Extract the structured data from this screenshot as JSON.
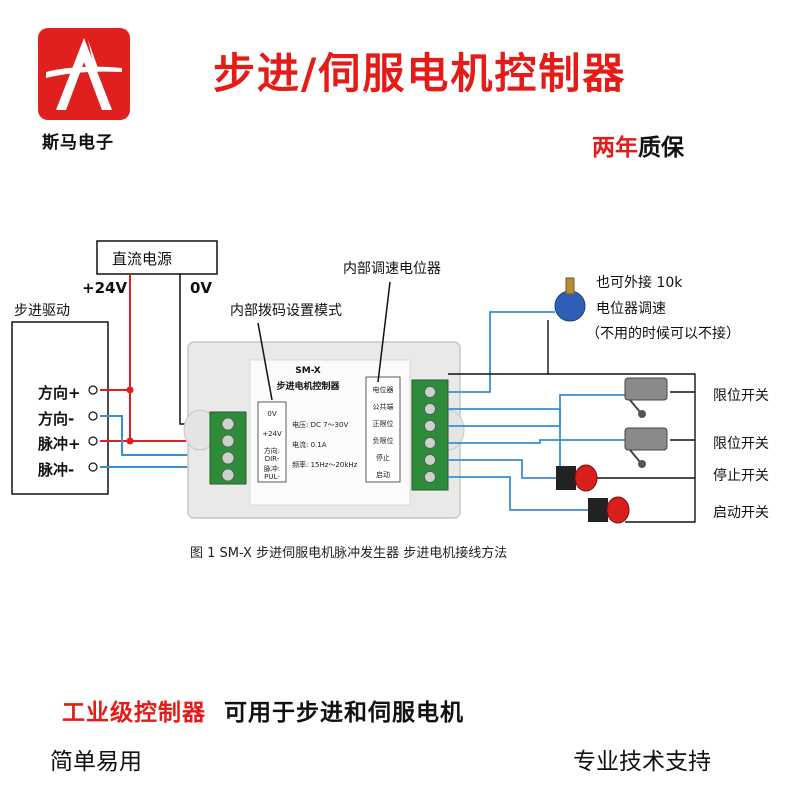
{
  "brand": {
    "name": "斯马电子"
  },
  "title": "步进/伺服电机控制器",
  "warranty": {
    "highlight": "两年",
    "rest": "质保"
  },
  "diagram": {
    "power_supply": "直流电源",
    "plus_24v": "+24V",
    "zero_v": "0V",
    "stepper_driver": "步进驱动",
    "driver_terminals": [
      "方向+",
      "方向-",
      "脉冲+",
      "脉冲-"
    ],
    "dip_label": "内部拨码设置模式",
    "pot_internal_label": "内部调速电位器",
    "ext_pot_line1": "也可外接 10k",
    "ext_pot_line2": "电位器调速",
    "ext_pot_line3": "（不用的时候可以不接）",
    "limit_switch_1": "限位开关",
    "limit_switch_2": "限位开关",
    "stop_switch": "停止开关",
    "start_switch": "启动开关",
    "module": {
      "model": "SM-X",
      "name": "步进电机控制器",
      "voltage": "电压: DC 7～30V",
      "current": "电流: 0.1A",
      "frequency": "频率: 15Hz～20kHz",
      "left_pins": [
        "0V",
        "+24V",
        "方向: DIR-",
        "脉冲: PUL-"
      ],
      "right_pins": [
        "电位器",
        "公共端",
        "正限位",
        "负限位",
        "停止",
        "启动"
      ]
    },
    "caption": "图 1 SM-X 步进伺服电机脉冲发生器  步进电机接线方法"
  },
  "footer": {
    "industry_red": "工业级控制器",
    "industry_black": "可用于步进和伺服电机",
    "easy": "简单易用",
    "support": "专业技术支持"
  },
  "colors": {
    "brand_red": "#e41b17",
    "wire_red": "#e02020",
    "wire_blue": "#3a8fd0",
    "terminal_green": "#2e8b3a"
  }
}
